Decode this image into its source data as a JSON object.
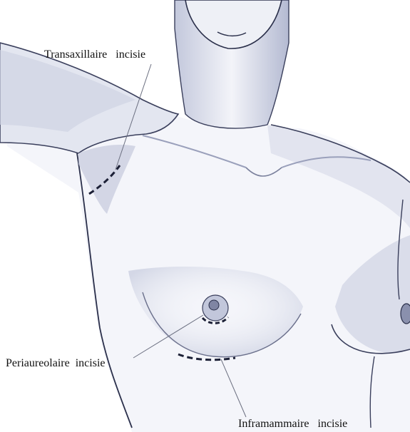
{
  "labels": {
    "transaxillary": "Transaxillaire   incisie",
    "periareolar": "Periaureolaire  incisie",
    "inframammary": "Inframammaire   incisie"
  },
  "colors": {
    "skin_shade": "#c9cde0",
    "skin_light": "#eceef5",
    "outline": "#2a2f4a",
    "incision": "#1c2036",
    "leader": "#6b6f80",
    "text": "#111111"
  }
}
